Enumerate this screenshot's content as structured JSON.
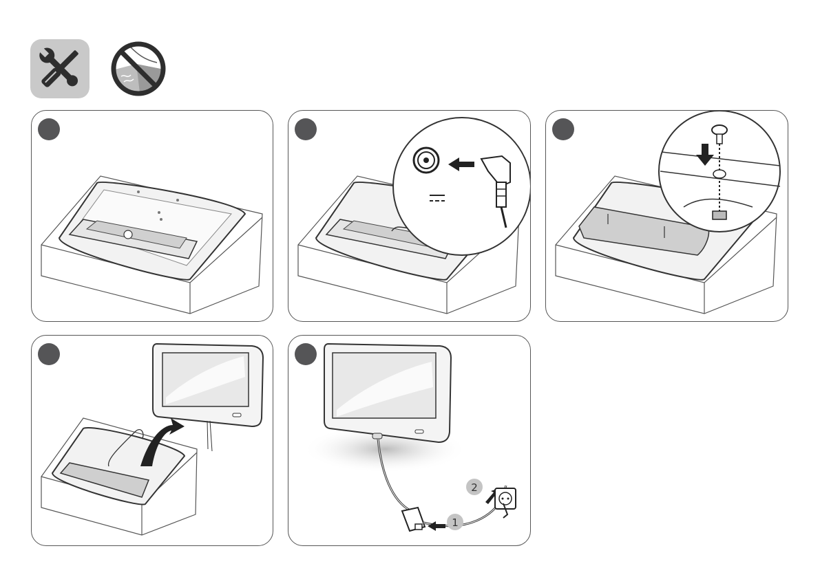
{
  "header_icons": [
    "tools-icon",
    "no-sharp-surface-icon"
  ],
  "steps": [
    {
      "id": 1,
      "subject": "monitor-face-down-on-box"
    },
    {
      "id": 2,
      "subject": "connect-dc-power-plug"
    },
    {
      "id": 3,
      "subject": "attach-stand-cover-with-screws"
    },
    {
      "id": 4,
      "subject": "lift-monitor-upright"
    },
    {
      "id": 5,
      "subject": "connect-adapter-and-wall-socket"
    }
  ],
  "step5": {
    "callout_1": "1",
    "callout_2": "2"
  },
  "colors": {
    "badge": "#555557",
    "outline": "#555555",
    "tool_bg": "#c9c9c9",
    "icon_dark": "#2e2e2e"
  }
}
